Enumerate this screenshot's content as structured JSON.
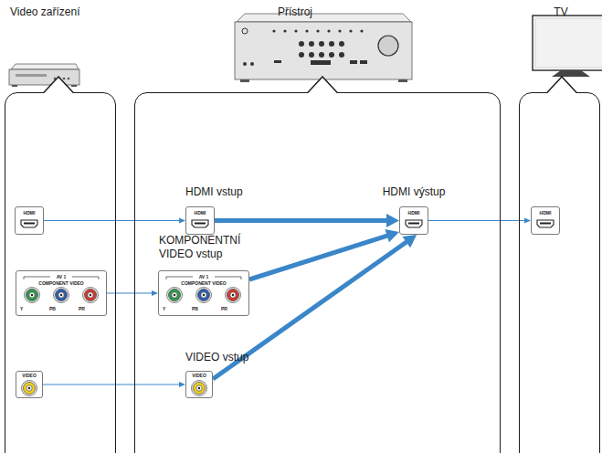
{
  "diagram": {
    "nodes": [
      {
        "text": [
          "Video zařízení"
        ]
      },
      {
        "text": [
          "HDMI"
        ],
        "in": 0
      },
      {
        "text": [
          "AV 1",
          "COMPONENT VIDEO",
          "Y",
          "PB",
          "PR"
        ],
        "in": 0
      },
      {
        "text": [
          "VIDEO"
        ],
        "in": 0
      },
      {
        "text": [
          "Přístroj"
        ]
      },
      {
        "text": [
          "HDMI vstup",
          "HDMI"
        ],
        "in": 4
      },
      {
        "text": [
          "KOMPONENTNÍ VIDEO vstup",
          "AV 1",
          "COMPONENT VIDEO",
          "Y",
          "PB",
          "PR"
        ],
        "in": 4
      },
      {
        "text": [
          "VIDEO vstup",
          "VIDEO"
        ],
        "in": 4
      },
      {
        "text": [
          "HDMI výstup",
          "HDMI"
        ],
        "in": 4
      },
      {
        "text": [
          "TV"
        ]
      },
      {
        "text": [
          "HDMI"
        ],
        "in": 9
      }
    ],
    "edges": [
      {
        "from": 1,
        "to": 5,
        "arrow": "to"
      },
      {
        "from": 2,
        "to": 6,
        "arrow": "to"
      },
      {
        "from": 3,
        "to": 7,
        "arrow": "to"
      },
      {
        "from": 5,
        "to": 8,
        "arrow": "to"
      },
      {
        "from": 6,
        "to": 8,
        "arrow": "to"
      },
      {
        "from": 7,
        "to": 8,
        "arrow": "to"
      },
      {
        "from": 8,
        "to": 10,
        "arrow": "to"
      }
    ]
  }
}
